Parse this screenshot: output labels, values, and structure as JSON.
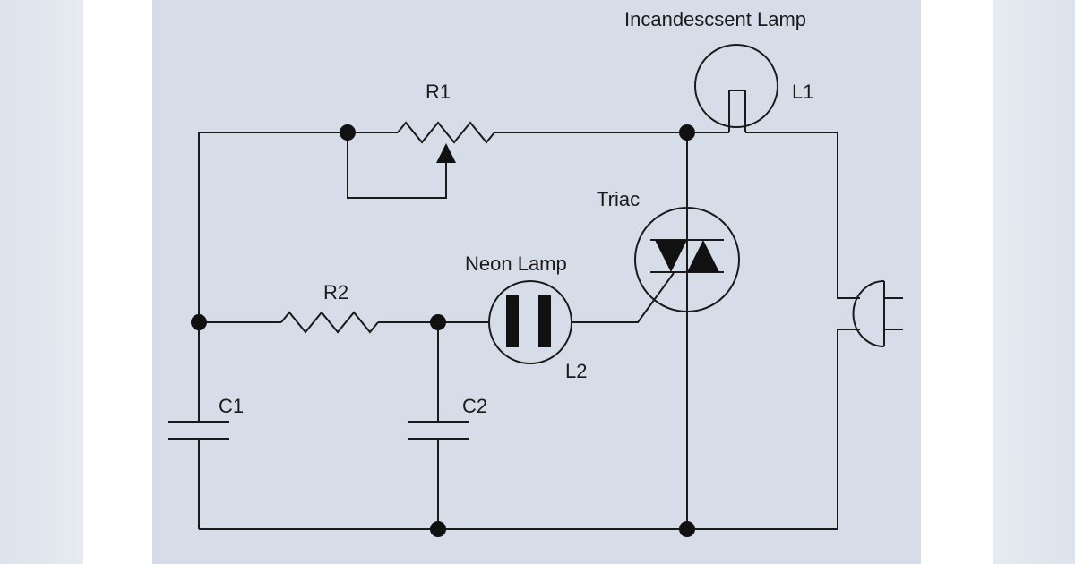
{
  "diagram": {
    "labels": {
      "incandescent_lamp": "Incandescsent Lamp",
      "l1": "L1",
      "r1": "R1",
      "triac": "Triac",
      "neon_lamp": "Neon Lamp",
      "r2": "R2",
      "l2": "L2",
      "c1": "C1",
      "c2": "C2"
    }
  },
  "colors": {
    "panel_background": "#d6dde8",
    "side_background": "#dde3ec",
    "line": "#1a1a1a"
  }
}
